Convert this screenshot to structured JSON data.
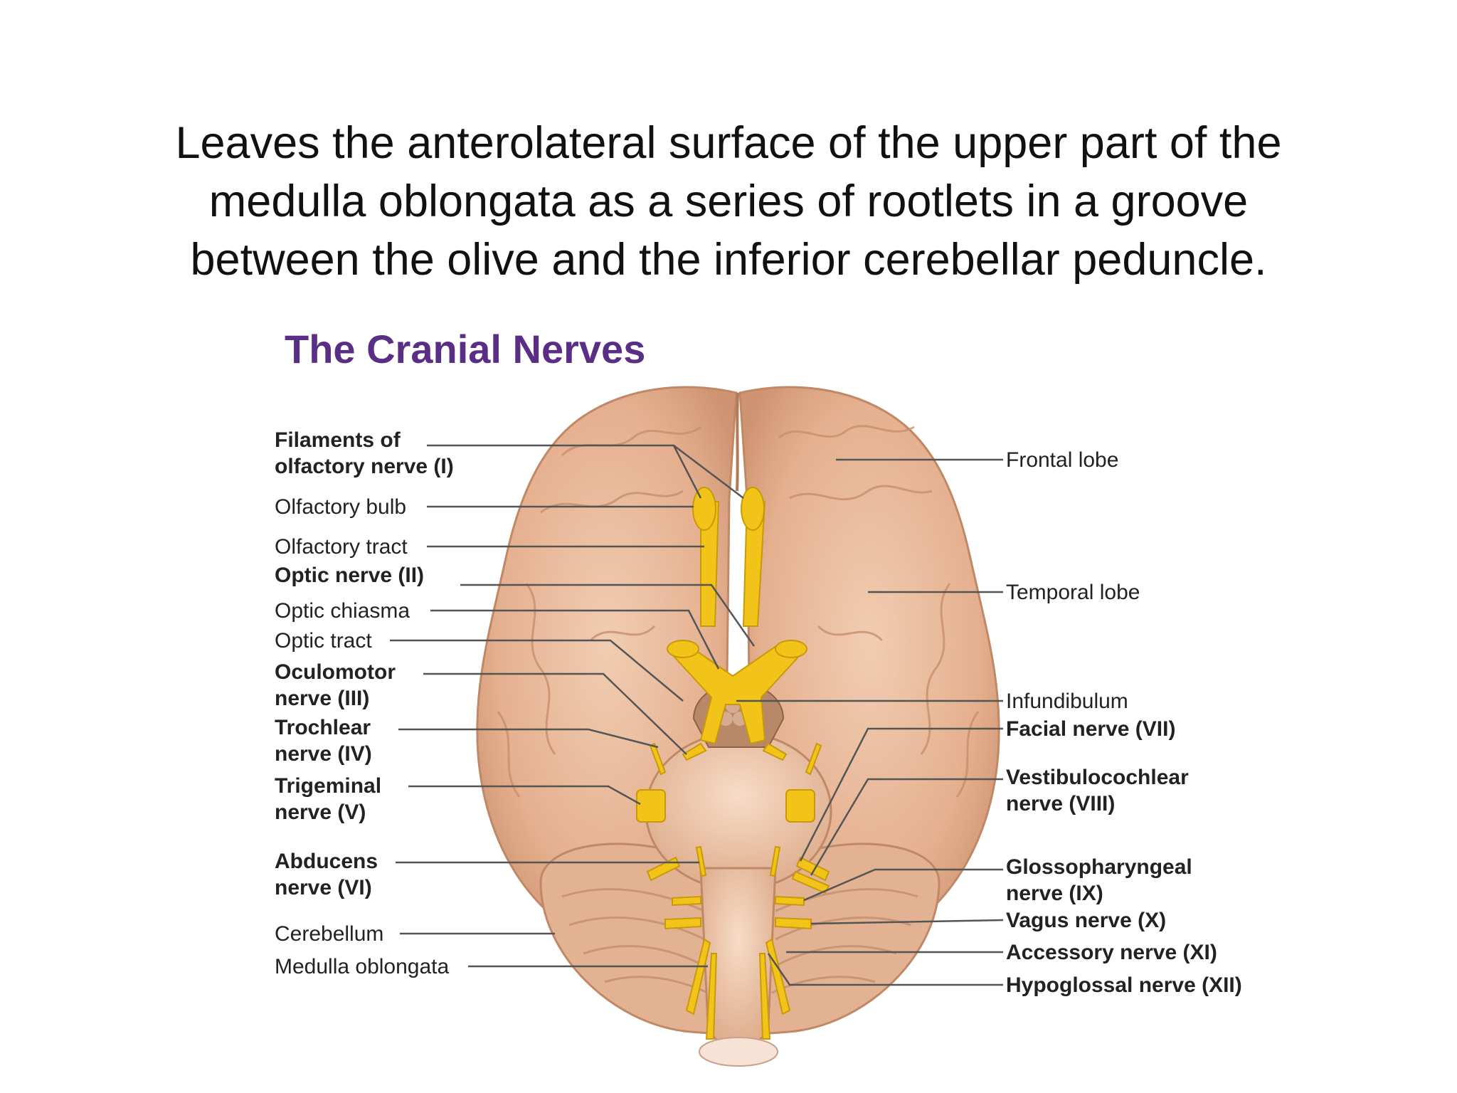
{
  "slide_text": [
    "Leaves the anterolateral surface of the upper part of the",
    "medulla oblongata as a series of rootlets in a groove",
    "between the olive and the inferior cerebellar peduncle."
  ],
  "figure_title": "The Cranial Nerves",
  "colors": {
    "title": "#5b2e86",
    "brain": "#e7b899",
    "nerve": "#f2c318",
    "leader": "#555555"
  },
  "labels_left": [
    {
      "id": "olfactory-nerve",
      "lines": [
        "Filaments of",
        "olfactory nerve (I)"
      ],
      "bold": true
    },
    {
      "id": "olfactory-bulb",
      "lines": [
        "Olfactory bulb"
      ],
      "bold": false
    },
    {
      "id": "olfactory-tract",
      "lines": [
        "Olfactory tract"
      ],
      "bold": false
    },
    {
      "id": "optic-nerve",
      "lines": [
        "Optic nerve (II)"
      ],
      "bold": true
    },
    {
      "id": "optic-chiasma",
      "lines": [
        "Optic chiasma"
      ],
      "bold": false
    },
    {
      "id": "optic-tract",
      "lines": [
        "Optic tract"
      ],
      "bold": false
    },
    {
      "id": "oculomotor-nerve",
      "lines": [
        "Oculomotor",
        "nerve (III)"
      ],
      "bold": true
    },
    {
      "id": "trochlear-nerve",
      "lines": [
        "Trochlear",
        "nerve (IV)"
      ],
      "bold": true
    },
    {
      "id": "trigeminal-nerve",
      "lines": [
        "Trigeminal",
        "nerve (V)"
      ],
      "bold": true
    },
    {
      "id": "abducens-nerve",
      "lines": [
        "Abducens",
        "nerve (VI)"
      ],
      "bold": true
    },
    {
      "id": "cerebellum",
      "lines": [
        "Cerebellum"
      ],
      "bold": false
    },
    {
      "id": "medulla-oblongata",
      "lines": [
        "Medulla oblongata"
      ],
      "bold": false
    }
  ],
  "labels_right": [
    {
      "id": "frontal-lobe",
      "lines": [
        "Frontal lobe"
      ],
      "bold": false
    },
    {
      "id": "temporal-lobe",
      "lines": [
        "Temporal lobe"
      ],
      "bold": false
    },
    {
      "id": "infundibulum",
      "lines": [
        "Infundibulum"
      ],
      "bold": false
    },
    {
      "id": "facial-nerve",
      "lines": [
        "Facial nerve (VII)"
      ],
      "bold": true
    },
    {
      "id": "vestibulocochlear-nerve",
      "lines": [
        "Vestibulocochlear",
        "nerve (VIII)"
      ],
      "bold": true
    },
    {
      "id": "glossopharyngeal-nerve",
      "lines": [
        "Glossopharyngeal",
        "nerve (IX)"
      ],
      "bold": true
    },
    {
      "id": "vagus-nerve",
      "lines": [
        "Vagus nerve (X)"
      ],
      "bold": true
    },
    {
      "id": "accessory-nerve",
      "lines": [
        "Accessory nerve (XI)"
      ],
      "bold": true
    },
    {
      "id": "hypoglossal-nerve",
      "lines": [
        "Hypoglossal nerve (XII)"
      ],
      "bold": true
    }
  ]
}
